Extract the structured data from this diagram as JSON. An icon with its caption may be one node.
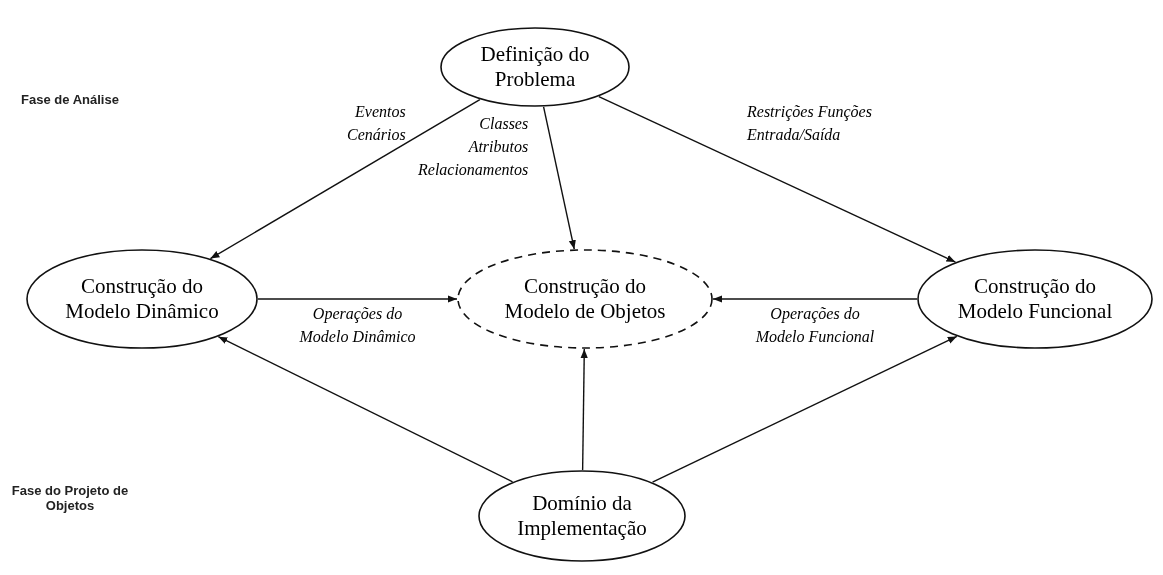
{
  "diagram": {
    "nodes": [
      {
        "text": [
          "Definição do Problema"
        ]
      },
      {
        "text": [
          "Construção do Modelo Dinâmico"
        ]
      },
      {
        "text": [
          "Construção do Modelo de Objetos"
        ]
      },
      {
        "text": [
          "Construção do Modelo Funcional"
        ]
      },
      {
        "text": [
          "Domínio da Implementação"
        ]
      }
    ],
    "edges": [
      {
        "from": 0,
        "to": 1,
        "arrow": "to",
        "label": "Eventos Cenários"
      },
      {
        "from": 0,
        "to": 2,
        "arrow": "to",
        "label": "Classes Atributos Relacionamentos"
      },
      {
        "from": 0,
        "to": 3,
        "arrow": "to",
        "label": "Restrições Funções Entrada/Saída"
      },
      {
        "from": 1,
        "to": 2,
        "arrow": "to",
        "label": "Operações do Modelo Dinâmico"
      },
      {
        "from": 3,
        "to": 2,
        "arrow": "to",
        "label": "Operações do Modelo Funcional"
      },
      {
        "from": 4,
        "to": 1,
        "arrow": "to"
      },
      {
        "from": 4,
        "to": 2,
        "arrow": "to"
      },
      {
        "from": 4,
        "to": 3,
        "arrow": "to"
      }
    ],
    "labels": [
      "Fase de Análise",
      "Fase do Projeto de Objetos"
    ]
  }
}
